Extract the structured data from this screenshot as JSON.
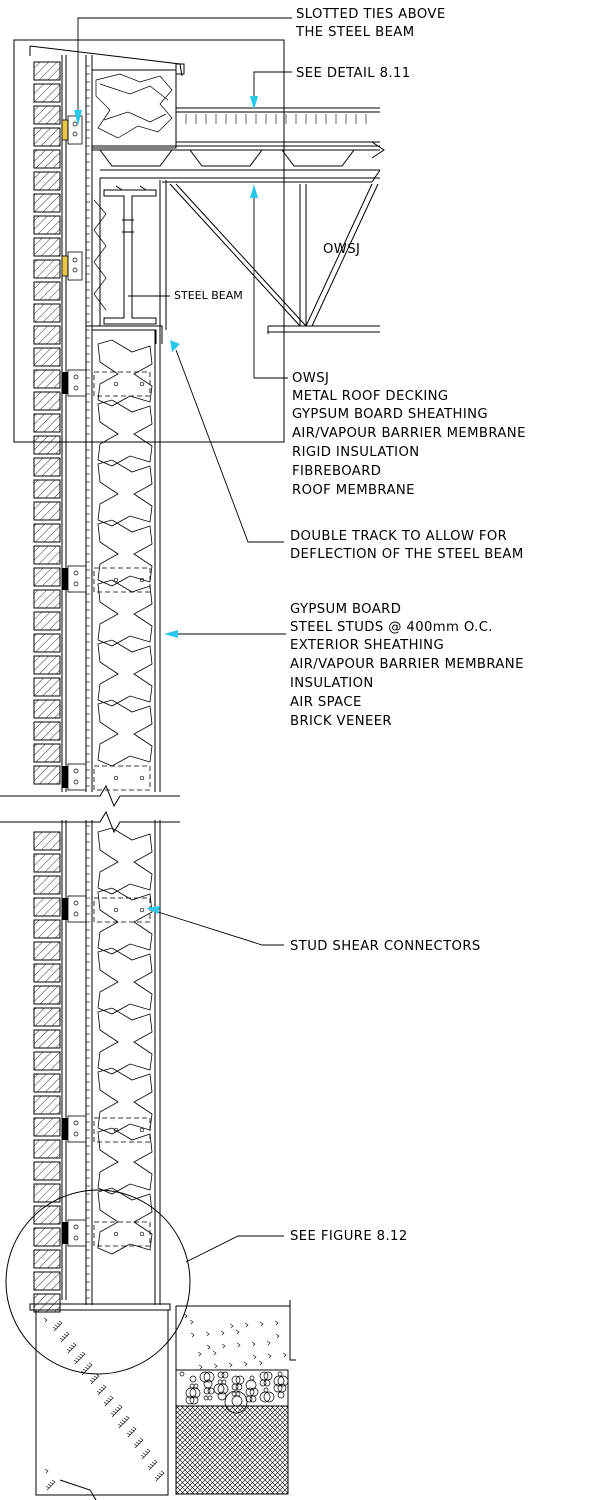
{
  "labels": {
    "slotted_ties": [
      "SLOTTED TIES ABOVE",
      "THE STEEL BEAM"
    ],
    "see_detail": "SEE DETAIL 8.11",
    "owsj_member": "OWSJ",
    "steel_beam": "STEEL BEAM",
    "roof_layers": [
      "OWSJ",
      "METAL ROOF DECKING",
      "GYPSUM BOARD SHEATHING",
      "AIR/VAPOUR BARRIER MEMBRANE",
      "RIGID INSULATION",
      "FIBREBOARD",
      "ROOF MEMBRANE"
    ],
    "double_track": [
      "DOUBLE TRACK TO ALLOW FOR",
      "DEFLECTION OF THE STEEL BEAM"
    ],
    "wall_layers": [
      "GYPSUM BOARD",
      "STEEL STUDS @ 400mm O.C.",
      "EXTERIOR SHEATHING",
      "AIR/VAPOUR BARRIER MEMBRANE",
      "INSULATION",
      "AIR SPACE",
      "BRICK VENEER"
    ],
    "stud_connectors": "STUD SHEAR CONNECTORS",
    "see_figure": "SEE FIGURE 8.12"
  },
  "colors": {
    "ink": "#000000",
    "arrow": "#2ac8e8",
    "tie": "#e8c64a",
    "paper": "#ffffff"
  }
}
